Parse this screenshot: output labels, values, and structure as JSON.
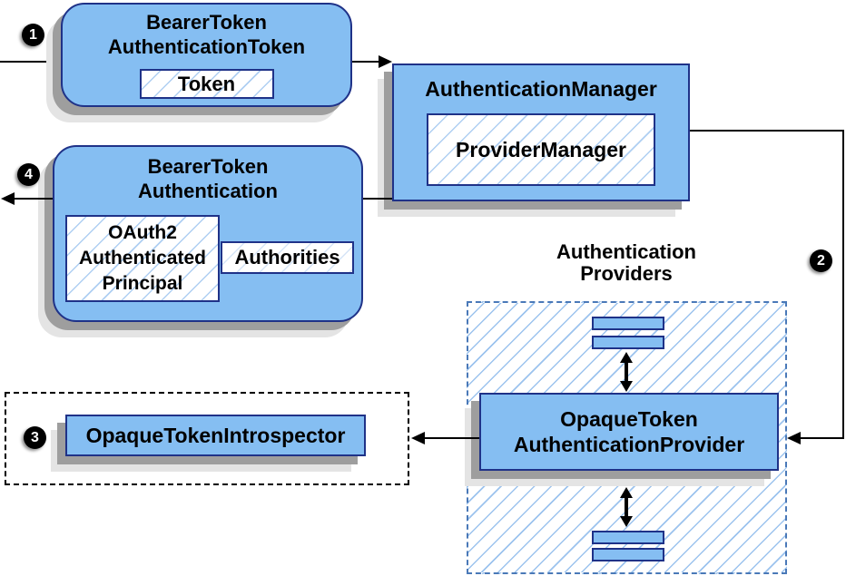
{
  "badges": {
    "step1": "1",
    "step2": "2",
    "step3": "3",
    "step4": "4"
  },
  "nodes": {
    "bearer_token_authentication_token": {
      "line1": "BearerToken",
      "line2": "AuthenticationToken",
      "token": "Token"
    },
    "authentication_manager": {
      "title": "AuthenticationManager",
      "provider_manager": "ProviderManager"
    },
    "bearer_token_authentication": {
      "line1": "BearerToken",
      "line2": "Authentication",
      "principal_line1": "OAuth2",
      "principal_line2": "Authenticated",
      "principal_line3": "Principal",
      "authorities": "Authorities"
    },
    "authentication_providers": {
      "label_line1": "Authentication",
      "label_line2": "Providers"
    },
    "opaque_token_authentication_provider": {
      "line1": "OpaqueToken",
      "line2": "AuthenticationProvider"
    },
    "opaque_token_introspector": {
      "title": "OpaqueTokenIntrospector"
    }
  },
  "colors": {
    "node_fill": "#85BEF2",
    "node_border": "#1F3288",
    "hatch_line": "#9CC3EE",
    "dashed_container_border": "#4A79B8",
    "dotted_container_border": "#000000",
    "shadow_dark": "#9E9E9E",
    "shadow_light": "#E4E4E4",
    "arrow": "#000000",
    "badge_bg": "#000000",
    "badge_text": "#FFFFFF"
  }
}
